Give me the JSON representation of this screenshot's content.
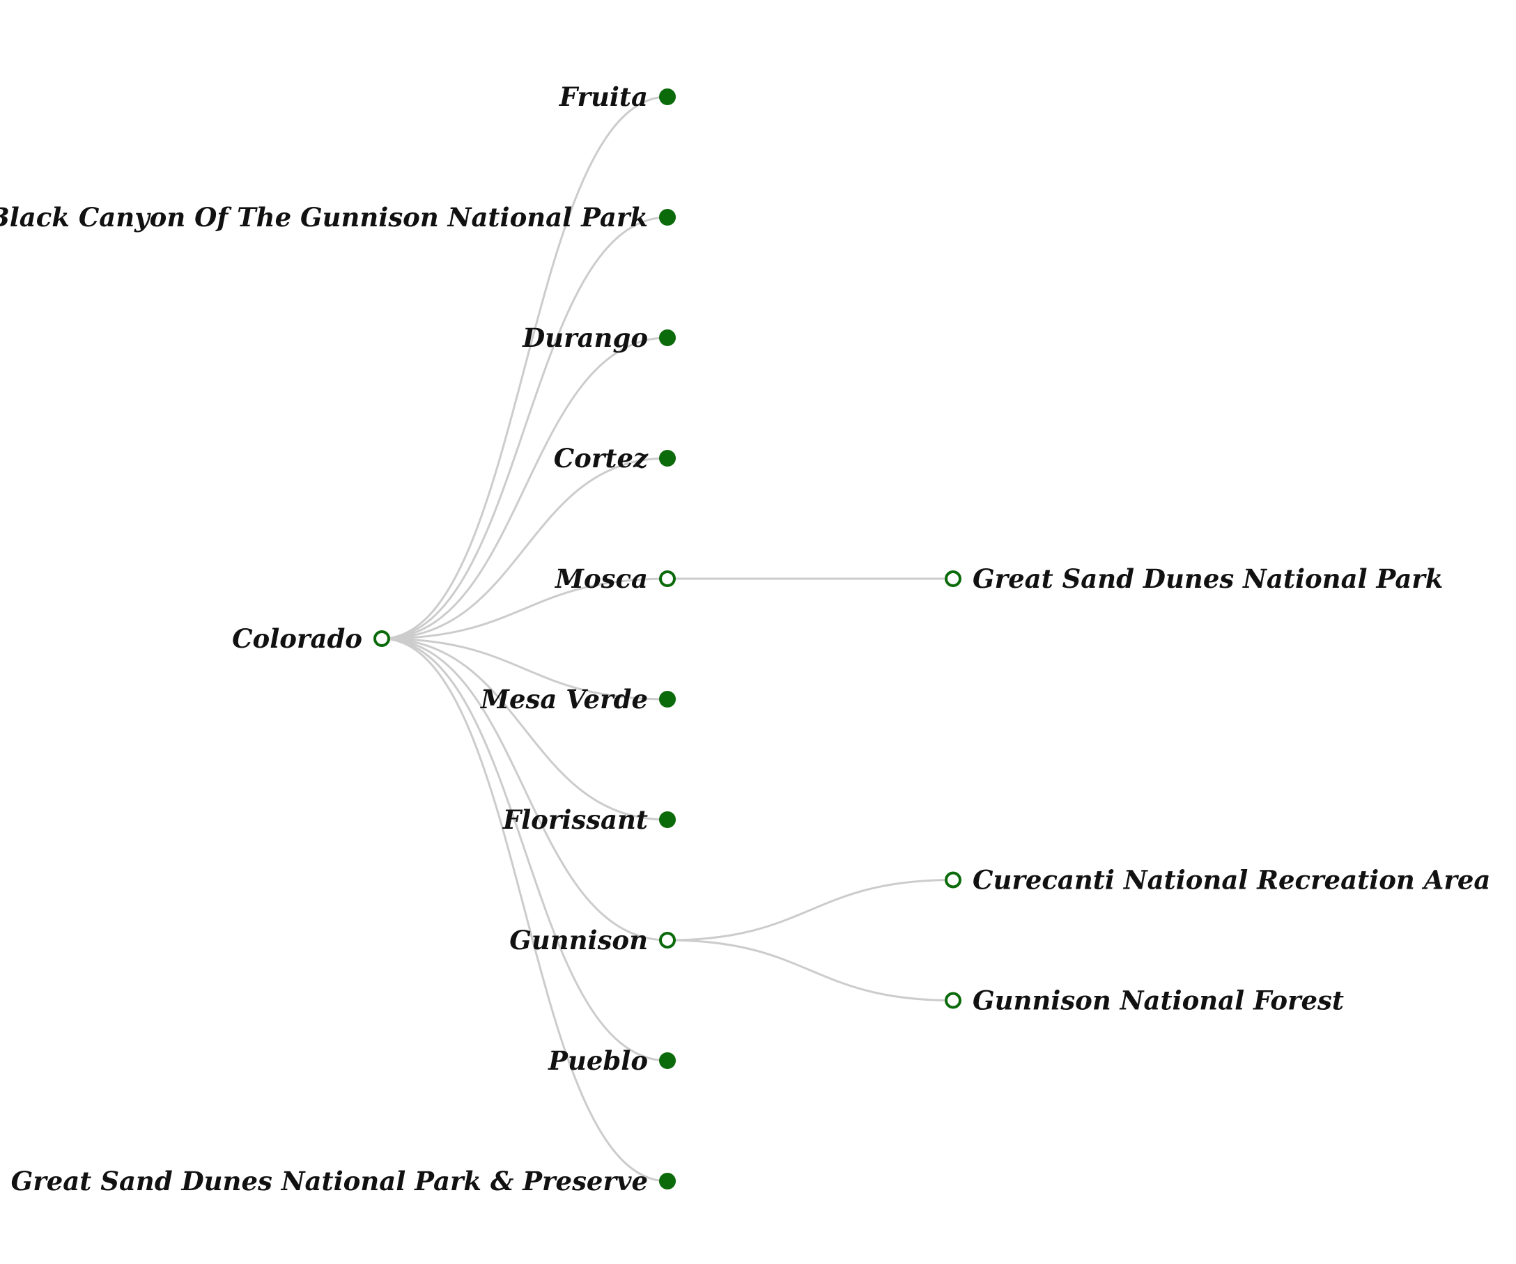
{
  "colors": {
    "link": "#cccccc",
    "node_stroke": "#0b6b0b",
    "leaf_fill": "#0b6b0b",
    "expanded_fill": "#ffffff",
    "label": "#111111"
  },
  "tree": {
    "name": "Colorado",
    "collapsed": false,
    "children": [
      {
        "name": "Fruita",
        "collapsed": true
      },
      {
        "name": "Black Canyon Of The Gunnison National Park",
        "collapsed": true
      },
      {
        "name": "Durango",
        "collapsed": true
      },
      {
        "name": "Cortez",
        "collapsed": true
      },
      {
        "name": "Mosca",
        "collapsed": false,
        "children": [
          {
            "name": "Great Sand Dunes National Park",
            "collapsed": false
          }
        ]
      },
      {
        "name": "Mesa Verde",
        "collapsed": true
      },
      {
        "name": "Florissant",
        "collapsed": true
      },
      {
        "name": "Gunnison",
        "collapsed": false,
        "children": [
          {
            "name": "Curecanti National Recreation Area",
            "collapsed": false
          },
          {
            "name": "Gunnison National Forest",
            "collapsed": false
          }
        ]
      },
      {
        "name": "Pueblo",
        "collapsed": true
      },
      {
        "name": "Great Sand Dunes National Park & Preserve",
        "collapsed": true
      }
    ]
  }
}
